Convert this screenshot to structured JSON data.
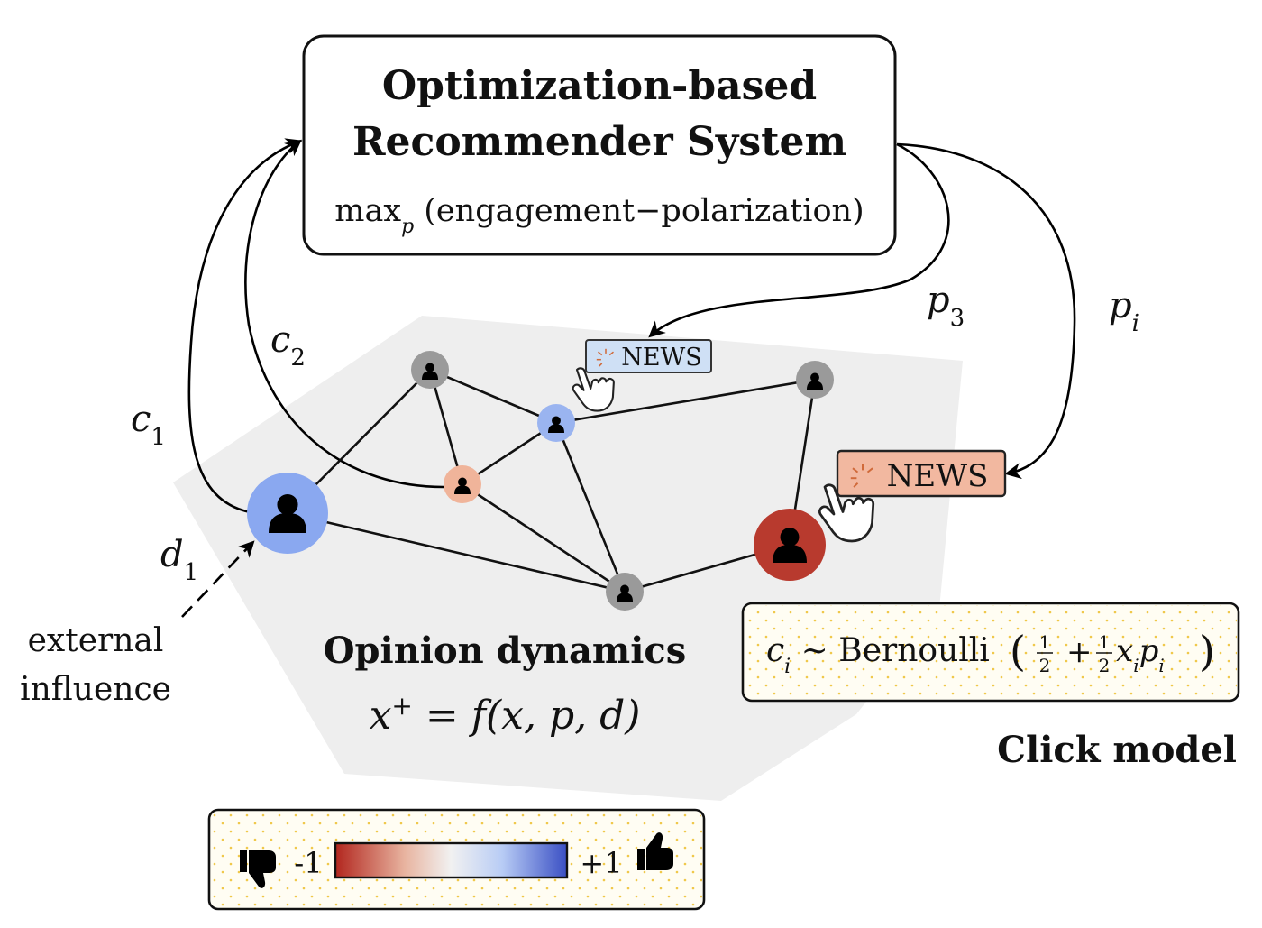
{
  "recommender": {
    "title_line1": "Optimization-based",
    "title_line2": "Recommender System",
    "objective_max": "max",
    "objective_sub": "p",
    "objective_body": " (engagement−polarization)"
  },
  "edges_labels": {
    "c1": "c",
    "c1_sub": "1",
    "c2": "c",
    "c2_sub": "2",
    "p3": "p",
    "p3_sub": "3",
    "pi": "p",
    "pi_sub": "i",
    "d1": "d",
    "d1_sub": "1"
  },
  "news": {
    "small_label": "NEWS",
    "large_label": "NEWS"
  },
  "external": {
    "line1": "external",
    "line2": "influence"
  },
  "opinion": {
    "title": "Opinion dynamics",
    "eq_lhs": "x",
    "eq_sup": "+",
    "eq_rhs": " = f(x, p, d)"
  },
  "click_model": {
    "formula_lhs": "c",
    "formula_lhs_sub": "i",
    "formula_mid": " ∼ Bernoulli",
    "half": "1",
    "two": "2",
    "xi": "x",
    "xi_sub": "i",
    "pi": "p",
    "pi_sub": "i",
    "title": "Click model"
  },
  "legend": {
    "min_label": "-1",
    "max_label": "+1",
    "gradient_colors": [
      "#b2261e",
      "#e8b4a0",
      "#f1f1f1",
      "#b8ccf5",
      "#3a4fc4"
    ]
  },
  "colors": {
    "node_gray": "#9a9a9a",
    "node_blue": "#8aa8f0",
    "node_blue_small": "#9ab4f0",
    "node_peach": "#f0b49a",
    "node_red": "#b83a2e",
    "news_small_fill": "#cfe0f5",
    "news_large_fill": "#f2b8a0",
    "panel_gray": "#eeeeee",
    "dot_yellow": "#f0c84a"
  },
  "icons": [
    "person-icon",
    "hand-click-icon",
    "thumbs-up-icon",
    "thumbs-down-icon",
    "sparkle-icon"
  ]
}
